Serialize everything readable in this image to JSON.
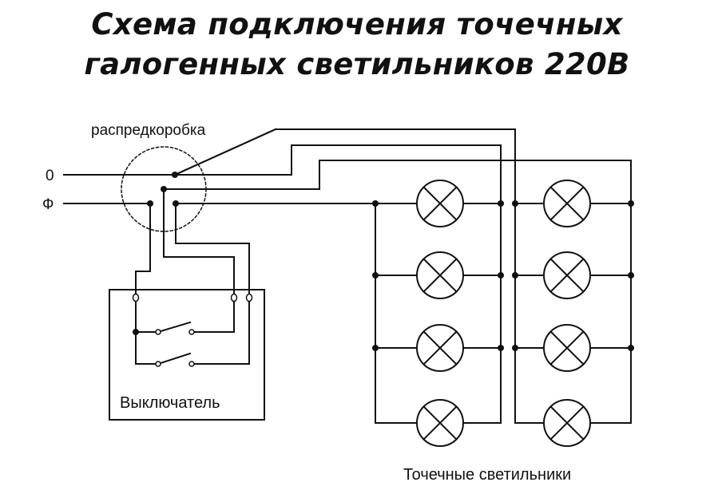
{
  "title": {
    "line1": "Схема подключения точечных",
    "line2": "галогенных светильников 220В"
  },
  "labels": {
    "junction_box": "распредкоробка",
    "neutral": "0",
    "phase": "Ф",
    "switch": "Выключатель",
    "lamps": "Точечные светильники"
  },
  "colors": {
    "wire": "#111111",
    "background": "#ffffff"
  }
}
